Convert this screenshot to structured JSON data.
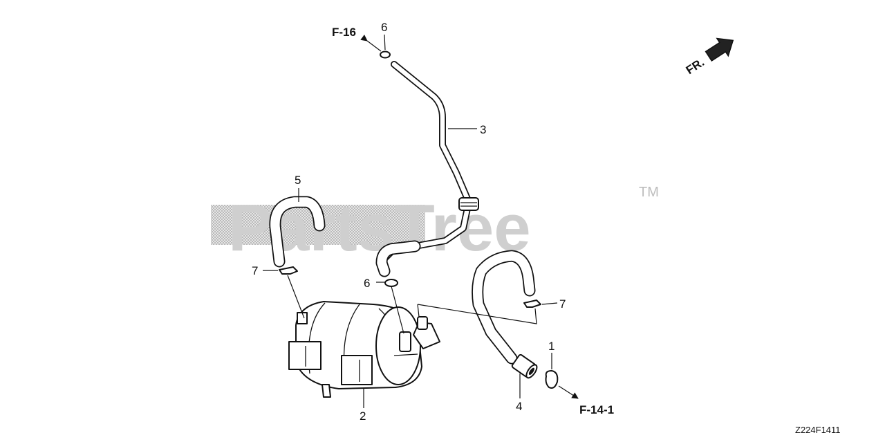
{
  "diagram": {
    "watermark": "PartsTree",
    "trademark": "TM",
    "direction_label": "FR.",
    "figure_code": "Z224F1411",
    "callouts": {
      "c1": "1",
      "c2": "2",
      "c3": "3",
      "c4": "4",
      "c5": "5",
      "c6_top": "6",
      "c6_mid": "6",
      "c7_left": "7",
      "c7_right": "7"
    },
    "references": {
      "top": "F-16",
      "bottom": "F-14-1"
    }
  }
}
